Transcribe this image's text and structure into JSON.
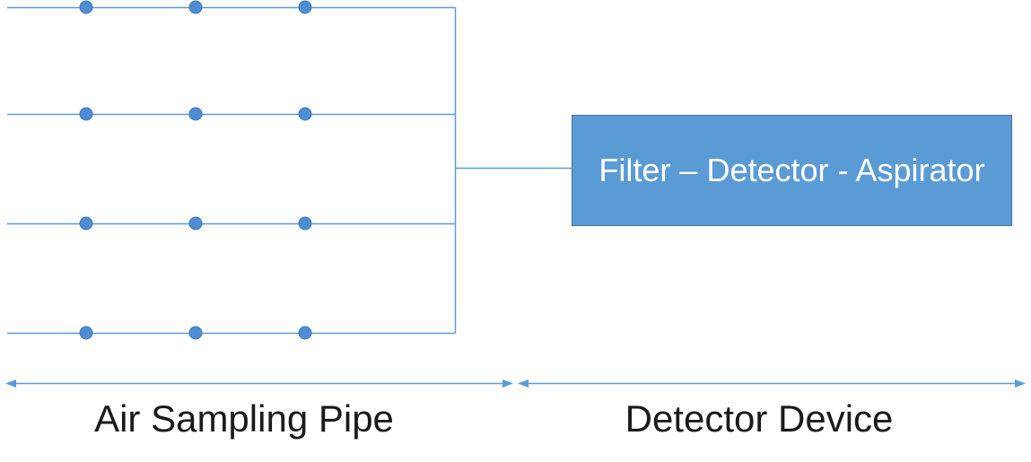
{
  "colors": {
    "accent_blue": "#5B9BD5",
    "box_border": "#41719C",
    "box_text": "#FFFFFF",
    "dot_fill": "#4E8DD1",
    "dot_border": "#3D7ABD",
    "label_text": "#1A1A1A",
    "canvas_bg": "#FFFFFF"
  },
  "diagram": {
    "detector_box": {
      "label": "Filter – Detector - Aspirator"
    },
    "zone_labels": [
      "Air Sampling Pipe",
      "Detector Device"
    ],
    "pipes": {
      "count": 4,
      "sampling_holes_per_pipe": 3,
      "total_sampling_holes": 12
    }
  }
}
